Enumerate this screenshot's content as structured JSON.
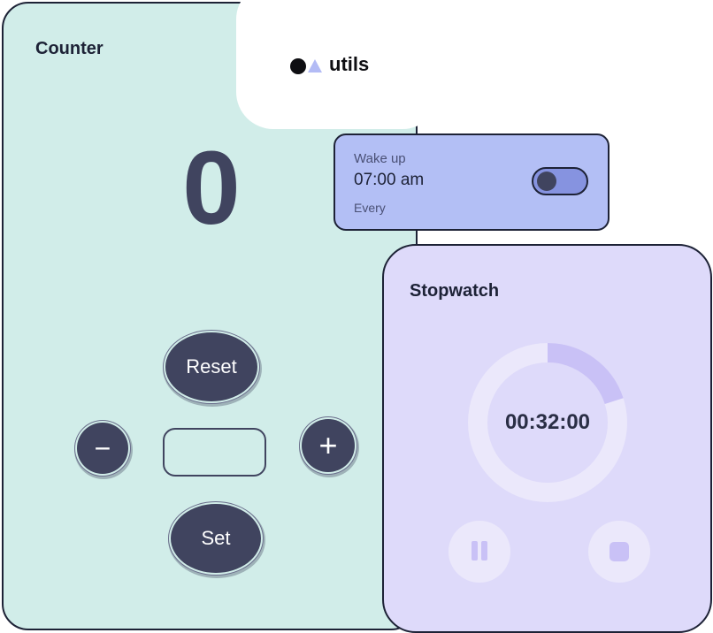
{
  "counter": {
    "title": "Counter",
    "value": "0",
    "reset_label": "Reset",
    "set_label": "Set",
    "minus_label": "−",
    "plus_label": "+",
    "input_value": ""
  },
  "brand": {
    "name": "utils",
    "colors": {
      "dot": "#0e0e12",
      "triangle": "#b3bbf5"
    }
  },
  "alarm": {
    "label": "Wake up",
    "time": "07:00 am",
    "repeat": "Every",
    "enabled": false
  },
  "stopwatch": {
    "title": "Stopwatch",
    "time": "00:32:00",
    "progress": 0.2,
    "icons": {
      "pause": "pause-icon",
      "stop": "stop-icon"
    }
  },
  "colors": {
    "counter_bg": "#d1ede9",
    "alarm_bg": "#b3bff5",
    "stopwatch_bg": "#dedafa",
    "button_dark": "#40445f",
    "ring_track": "#ebe8fb",
    "ring_progress": "#c9c1f6"
  }
}
